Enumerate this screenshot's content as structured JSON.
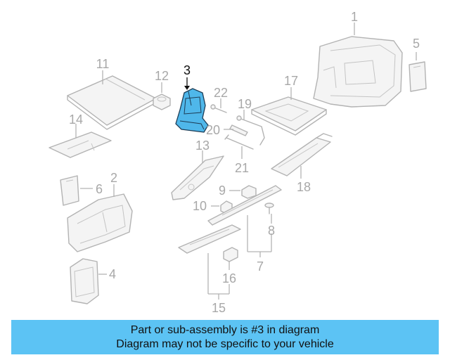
{
  "highlight_color": "#4fb7ea",
  "banner_color": "#5cc3f4",
  "callouts": {
    "c1": "1",
    "c2": "2",
    "c3": "3",
    "c4": "4",
    "c5": "5",
    "c6": "6",
    "c7": "7",
    "c8": "8",
    "c9": "9",
    "c10": "10",
    "c11": "11",
    "c12": "12",
    "c13": "13",
    "c14": "14",
    "c15": "15",
    "c16": "16",
    "c17": "17",
    "c18": "18",
    "c19": "19",
    "c20": "20",
    "c21": "21",
    "c22": "22"
  },
  "banner": {
    "line1": "Part or sub-assembly is #3 in diagram",
    "line2": "Diagram may not be specific to your vehicle"
  }
}
